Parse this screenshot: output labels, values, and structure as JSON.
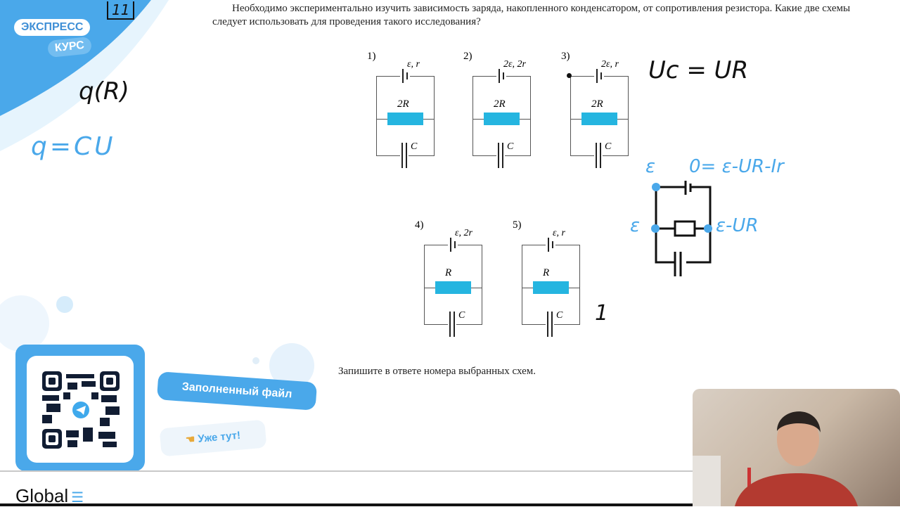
{
  "branding": {
    "badge_top": "ЭКСПРЕСС",
    "badge_bottom": "КУРС",
    "task_number": "11",
    "footer_logo": "Global",
    "promo_file": "Заполненный файл",
    "promo_here": "Уже тут!",
    "accent": "#3fa9ec"
  },
  "task": {
    "question": "Необходимо экспериментально изучить зависимость заряда, накопленного конденсатором, от сопротивления резистора. Какие две схемы следует использовать для проведения такого исследования?",
    "answer_prompt": "Запишите в ответе номера выбранных схем."
  },
  "circuits": [
    {
      "num": "1)",
      "source": "ε, r",
      "resistor": "2R",
      "capacitor": "C"
    },
    {
      "num": "2)",
      "source": "2ε, 2r",
      "resistor": "2R",
      "capacitor": "C"
    },
    {
      "num": "3)",
      "source": "2ε, r",
      "resistor": "2R",
      "capacitor": "C"
    },
    {
      "num": "4)",
      "source": "ε, 2r",
      "resistor": "R",
      "capacitor": "C"
    },
    {
      "num": "5)",
      "source": "ε, r",
      "resistor": "R",
      "capacitor": "C"
    }
  ],
  "annotations": {
    "q_of_r": "q(R)",
    "q_eq": "q=CU",
    "uc_ur": "Uc = UR",
    "top_left": "ε",
    "top_right": "0= ε-UR-Ir",
    "mid_left": "ε",
    "mid_right": "ε-UR",
    "mark": "1"
  }
}
